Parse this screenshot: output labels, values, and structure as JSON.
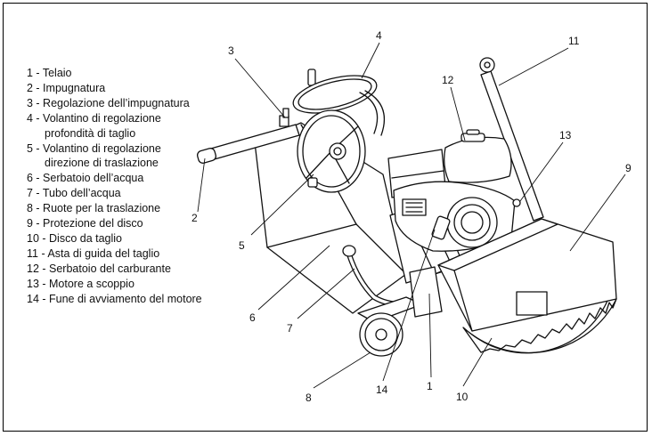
{
  "legend": [
    {
      "num": "1",
      "text": "1 - Telaio"
    },
    {
      "num": "2",
      "text": "2 - Impugnatura"
    },
    {
      "num": "3",
      "text": "3 - Regolazione dell’impugnatura"
    },
    {
      "num": "4",
      "text": "4 - Volantino di regolazione",
      "cont": "profondità di taglio"
    },
    {
      "num": "5",
      "text": "5 - Volantino di regolazione",
      "cont": "direzione di traslazione"
    },
    {
      "num": "6",
      "text": "6 - Serbatoio dell’acqua"
    },
    {
      "num": "7",
      "text": "7 - Tubo dell’acqua"
    },
    {
      "num": "8",
      "text": "8 - Ruote per la traslazione"
    },
    {
      "num": "9",
      "text": "9 - Protezione del disco"
    },
    {
      "num": "10",
      "text": "10 - Disco da taglio"
    },
    {
      "num": "11",
      "text": "11 - Asta di guida del taglio"
    },
    {
      "num": "12",
      "text": "12 - Serbatoio del carburante"
    },
    {
      "num": "13",
      "text": "13 - Motore a scoppio"
    },
    {
      "num": "14",
      "text": "14 - Fune di avviamento del motore"
    }
  ],
  "callouts": [
    "1",
    "2",
    "3",
    "4",
    "5",
    "6",
    "7",
    "8",
    "9",
    "10",
    "11",
    "12",
    "13",
    "14"
  ]
}
